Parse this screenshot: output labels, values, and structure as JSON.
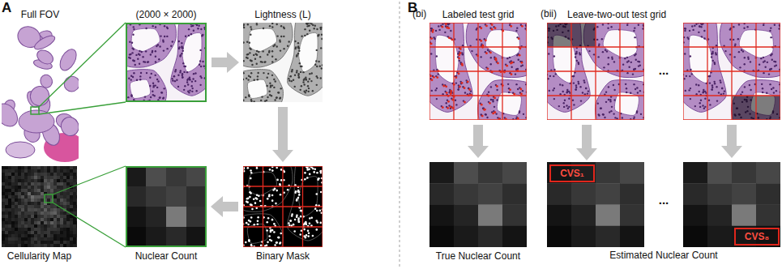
{
  "diagram": {
    "nodes": [
      {
        "text": [
          "Full FOV"
        ]
      },
      {
        "text": [
          "(2000 × 2000)"
        ]
      },
      {
        "text": [
          "Lightness (L)"
        ]
      },
      {
        "text": [
          "Binary Mask"
        ]
      },
      {
        "text": [
          "Nuclear Count"
        ]
      },
      {
        "text": [
          "Cellularity Map"
        ]
      },
      {
        "text": [
          "Labeled test grid"
        ]
      },
      {
        "text": [
          "True Nuclear Count"
        ]
      },
      {
        "text": [
          "Leave-two-out test grid"
        ]
      },
      {
        "text": [
          "CVS₁"
        ]
      },
      {
        "text": [
          "CVS₈"
        ]
      }
    ],
    "edges": [
      {
        "from": 1,
        "to": 2,
        "arrow": "to"
      },
      {
        "from": 2,
        "to": 3,
        "arrow": "to"
      },
      {
        "from": 3,
        "to": 4,
        "arrow": "to"
      },
      {
        "from": 6,
        "to": 7,
        "arrow": "to"
      },
      {
        "from": 8,
        "to": 9,
        "arrow": "to"
      }
    ],
    "labels": [
      "A",
      "B",
      "(bi)",
      "(bii)",
      "...",
      "...",
      "Estimated Nuclear Count"
    ]
  }
}
